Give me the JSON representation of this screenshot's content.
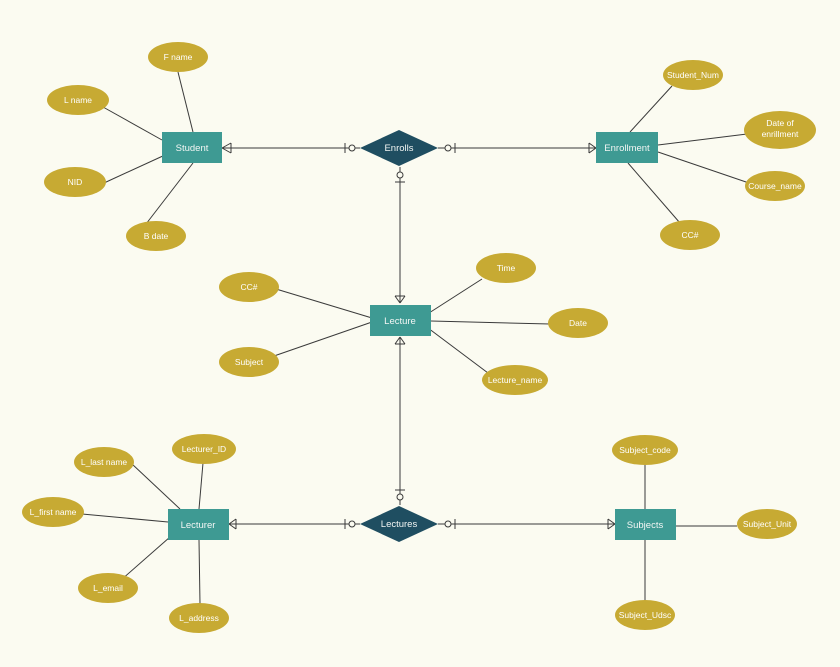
{
  "entities": {
    "student": "Student",
    "enrollment": "Enrollment",
    "lecture": "Lecture",
    "lecturer": "Lecturer",
    "subjects": "Subjects"
  },
  "relationships": {
    "enrolls": "Enrolls",
    "lectures": "Lectures"
  },
  "attributes": {
    "student": [
      "F name",
      "L name",
      "NID",
      "B date"
    ],
    "enrollment": [
      "Student_Num",
      [
        "Date of",
        "enrillment"
      ],
      "Course_name",
      "CC#"
    ],
    "lecture": [
      "CC#",
      "Subject",
      "Time",
      "Date",
      "Lecture_name"
    ],
    "lecturer": [
      "L_last name",
      "Lecturer_ID",
      "L_first name",
      "L_email",
      "L_address"
    ],
    "subjects": [
      "Subject_code",
      "Subject_Unit",
      "Subject_Udsc"
    ]
  },
  "colors": {
    "background": "#fbfbf1",
    "entity": "#3e9a93",
    "relationship": "#1f4e61",
    "attribute": "#c7aa33",
    "line": "#3a3a3a"
  }
}
